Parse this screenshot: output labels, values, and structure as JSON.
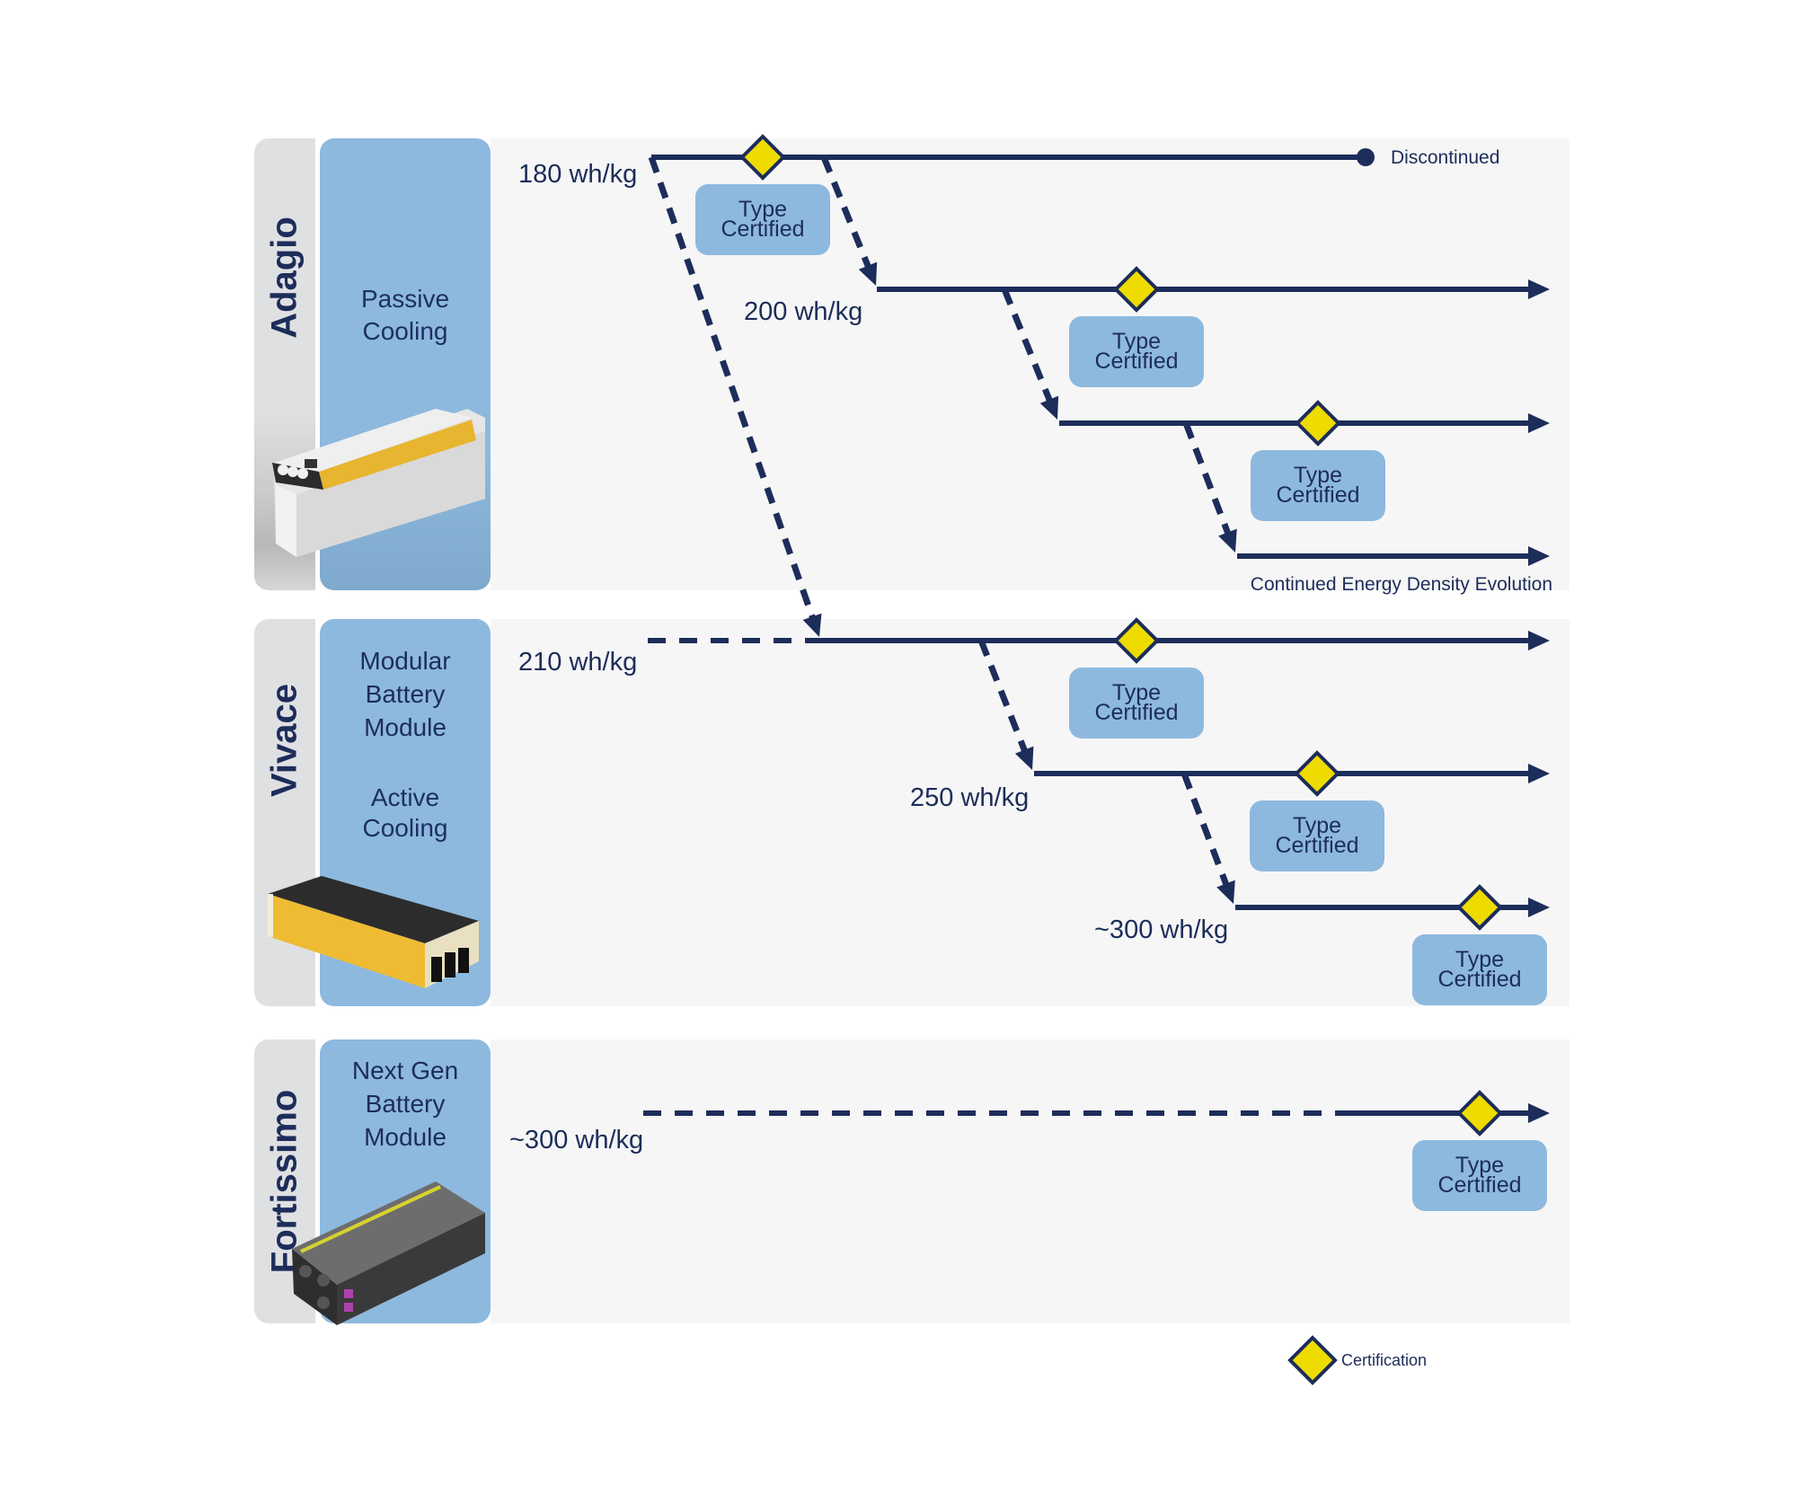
{
  "families": [
    {
      "name": "Adagio",
      "descriptions": [
        "Passive\nCooling"
      ],
      "battery_image": "passive-cooling-battery-pack"
    },
    {
      "name": "Vivace",
      "descriptions": [
        "Modular\nBattery\nModule",
        "Active\nCooling"
      ],
      "battery_image": "modular-battery-module-yellow"
    },
    {
      "name": "Fortissimo",
      "descriptions": [
        "Next Gen\nBattery\nModule"
      ],
      "battery_image": "next-gen-battery-module-black"
    }
  ],
  "tracks": [
    {
      "id": "adagio-180",
      "family": "Adagio",
      "energy_density_label": "180 wh/kg",
      "certification": "Type Certified",
      "end": "Discontinued"
    },
    {
      "id": "adagio-200",
      "family": "Adagio",
      "energy_density_label": "200 wh/kg",
      "certification": "Type Certified",
      "end": "arrow"
    },
    {
      "id": "adagio-next-1",
      "family": "Adagio",
      "energy_density_label": "",
      "certification": "Type Certified",
      "end": "arrow"
    },
    {
      "id": "adagio-next-2",
      "family": "Adagio",
      "energy_density_label": "",
      "certification": "",
      "end": "Continued Energy Density Evolution"
    },
    {
      "id": "vivace-210",
      "family": "Vivace",
      "energy_density_label": "210 wh/kg",
      "certification": "Type Certified",
      "end": "arrow"
    },
    {
      "id": "vivace-250",
      "family": "Vivace",
      "energy_density_label": "250 wh/kg",
      "certification": "Type Certified",
      "end": "arrow"
    },
    {
      "id": "vivace-300",
      "family": "Vivace",
      "energy_density_label": "~300 wh/kg",
      "certification": "Type Certified",
      "end": "arrow"
    },
    {
      "id": "fortissimo-300",
      "family": "Fortissimo",
      "energy_density_label": "~300 wh/kg",
      "certification": "Type Certified",
      "end": "arrow"
    }
  ],
  "certification_box": {
    "line1": "Type",
    "line2": "Certified"
  },
  "end_labels": {
    "discontinued": "Discontinued",
    "continued": "Continued Energy Density Evolution"
  },
  "legend": {
    "icon": "yellow-diamond",
    "label": "Certification"
  },
  "colors": {
    "navy": "#1d2d5a",
    "diamond_fill": "#eedc00",
    "box_fill": "#8db9de",
    "panel_bg": "#f6f6f6",
    "family_col_bg": "#dfe0e2"
  }
}
